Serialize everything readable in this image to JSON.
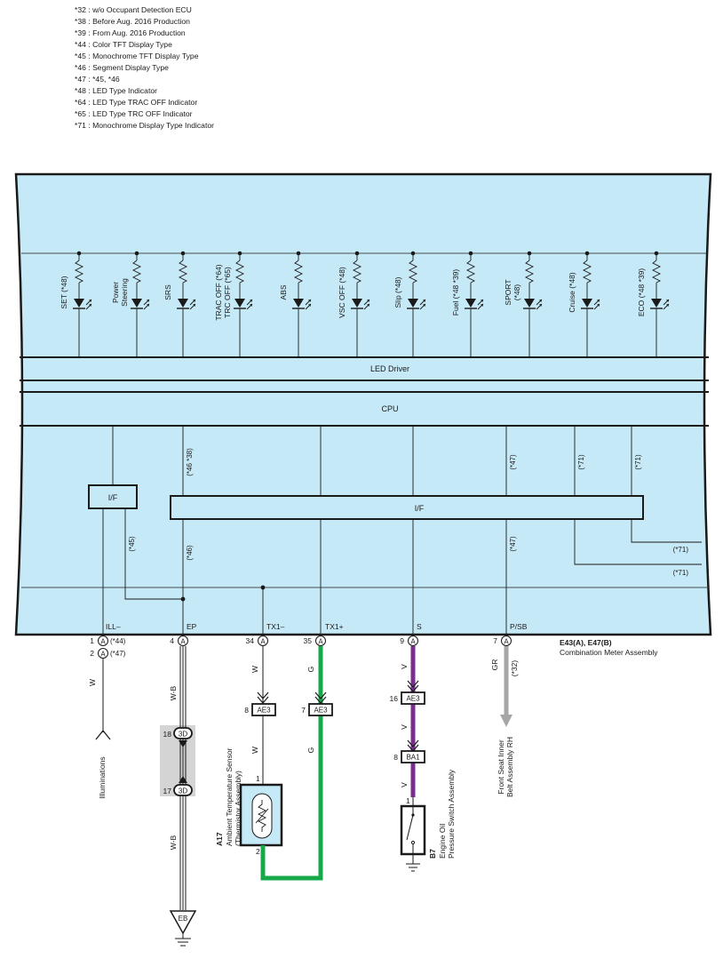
{
  "notes": [
    "*32 : w/o Occupant Detection ECU",
    "*38 : Before Aug.  2016 Production",
    "*39 : From Aug.  2016 Production",
    "*44 : Color TFT Display Type",
    "*45 : Monochrome TFT Display Type",
    "*46 : Segment Display Type",
    "*47 : *45,  *46",
    "*48 : LED Type Indicator",
    "*64 : LED Type TRAC OFF Indicator",
    "*65 : LED Type TRC OFF Indicator",
    "*71 : Monochrome Display Type Indicator"
  ],
  "leds": [
    {
      "label1": "SET (*48)",
      "label2": ""
    },
    {
      "label1": "Power",
      "label2": "Steering"
    },
    {
      "label1": "SRS",
      "label2": ""
    },
    {
      "label1": "TRAC OFF (*64)",
      "label2": "TRC OFF (*65)"
    },
    {
      "label1": "ABS",
      "label2": ""
    },
    {
      "label1": "VSC OFF (*48)",
      "label2": ""
    },
    {
      "label1": "Slip (*48)",
      "label2": ""
    },
    {
      "label1": "Fuel (*48 *39)",
      "label2": ""
    },
    {
      "label1": "SPORT",
      "label2": "(*48)"
    },
    {
      "label1": "Cruise (*48)",
      "label2": ""
    },
    {
      "label1": "ECO (*48 *39)",
      "label2": ""
    }
  ],
  "blocks": {
    "led_driver": "LED Driver",
    "cpu": "CPU",
    "if_small": "I/F",
    "if_large": "I/F"
  },
  "internal_notes": {
    "n46_38": "(*46 *38)",
    "n45": "(*45)",
    "n46": "(*46)",
    "n47_top": "(*47)",
    "n47_bottom": "(*47)",
    "n71_a": "(*71)",
    "n71_b": "(*71)",
    "n71_c": "(*71)",
    "n71_d": "(*71)"
  },
  "terminals": [
    {
      "name": "ILL–",
      "pin": "1",
      "connector": "A",
      "note": "(*44)"
    },
    {
      "name": "",
      "pin": "2",
      "connector": "A",
      "note": "(*47)"
    },
    {
      "name": "EP",
      "pin": "4",
      "connector": "A",
      "note": ""
    },
    {
      "name": "TX1–",
      "pin": "34",
      "connector": "A",
      "note": ""
    },
    {
      "name": "TX1+",
      "pin": "35",
      "connector": "A",
      "note": ""
    },
    {
      "name": "S",
      "pin": "9",
      "connector": "A",
      "note": ""
    },
    {
      "name": "P/SB",
      "pin": "7",
      "connector": "A",
      "note": ""
    }
  ],
  "assembly": {
    "code": "E43(A), E47(B)",
    "name": "Combination Meter Assembly"
  },
  "wires": {
    "ill": "W",
    "ep_top": "W-B",
    "ep_bottom": "W-B",
    "tx1m_top": "W",
    "tx1m_bottom": "W",
    "tx1p_top": "G",
    "tx1p_bottom": "G",
    "s_1": "V",
    "s_2": "V",
    "s_3": "V",
    "psb": "GR",
    "psb_note": "(*32)"
  },
  "wire_colors": {
    "green": "#17a84a",
    "violet": "#7a2e8f",
    "gray": "#a6a6a6",
    "panel": "#c6e9f7"
  },
  "connectors": {
    "ae3_a": {
      "pin": "8",
      "code": "AE3"
    },
    "ae3_b": {
      "pin": "7",
      "code": "AE3"
    },
    "ae3_c": {
      "pin": "16",
      "code": "AE3"
    },
    "ba1": {
      "pin": "8",
      "code": "BA1"
    },
    "jc_18": {
      "pin": "18",
      "code": "3D"
    },
    "jc_17": {
      "pin": "17",
      "code": "3D"
    },
    "ground": {
      "code": "EB"
    }
  },
  "components": {
    "illuminations": "Illuminations",
    "a17_code": "A17",
    "a17_name1": "Ambient Temperature Sensor",
    "a17_name2": "(Thermistor Assembly)",
    "a17_pin1": "1",
    "a17_pin2": "2",
    "b7_code": "B7",
    "b7_name1": "Engine Oil",
    "b7_name2": "Pressure Switch Assembly",
    "b7_pin1": "1",
    "fsb_name1": "Front Seat Inner",
    "fsb_name2": "Belt Assembly RH"
  }
}
